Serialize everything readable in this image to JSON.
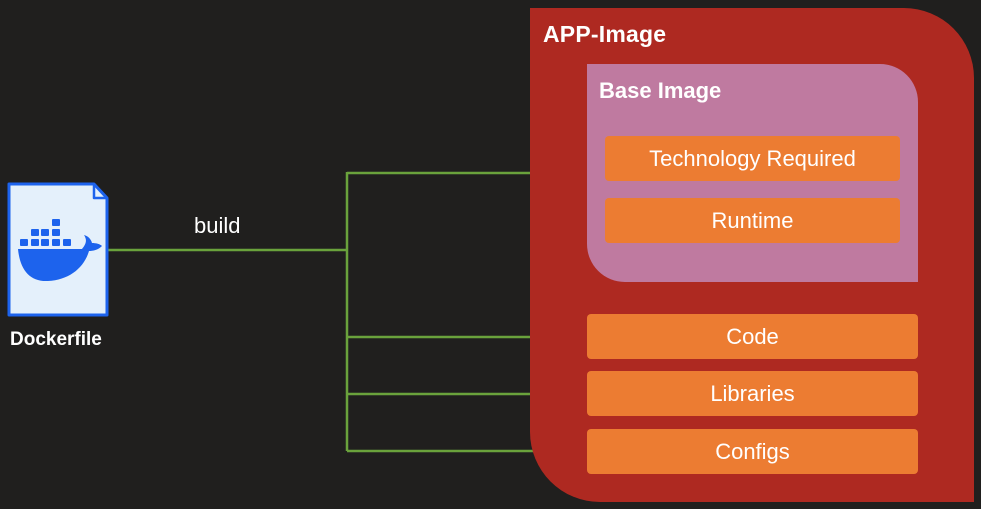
{
  "diagram": {
    "app_image_title": "APP-Image",
    "base_image_title": "Base Image",
    "base_layers": [
      "Technology Required",
      "Runtime"
    ],
    "app_layers": [
      "Code",
      "Libraries",
      "Configs"
    ],
    "edge_label": "build",
    "source_label": "Dockerfile",
    "source_icon": "docker-whale-icon"
  },
  "colors": {
    "background": "#201f1e",
    "app_image": "#ae2921",
    "base_image": "#bf7aa0",
    "layer": "#ec7c32",
    "arrow": "#6aa23c",
    "docker_blue": "#1d63ed"
  }
}
